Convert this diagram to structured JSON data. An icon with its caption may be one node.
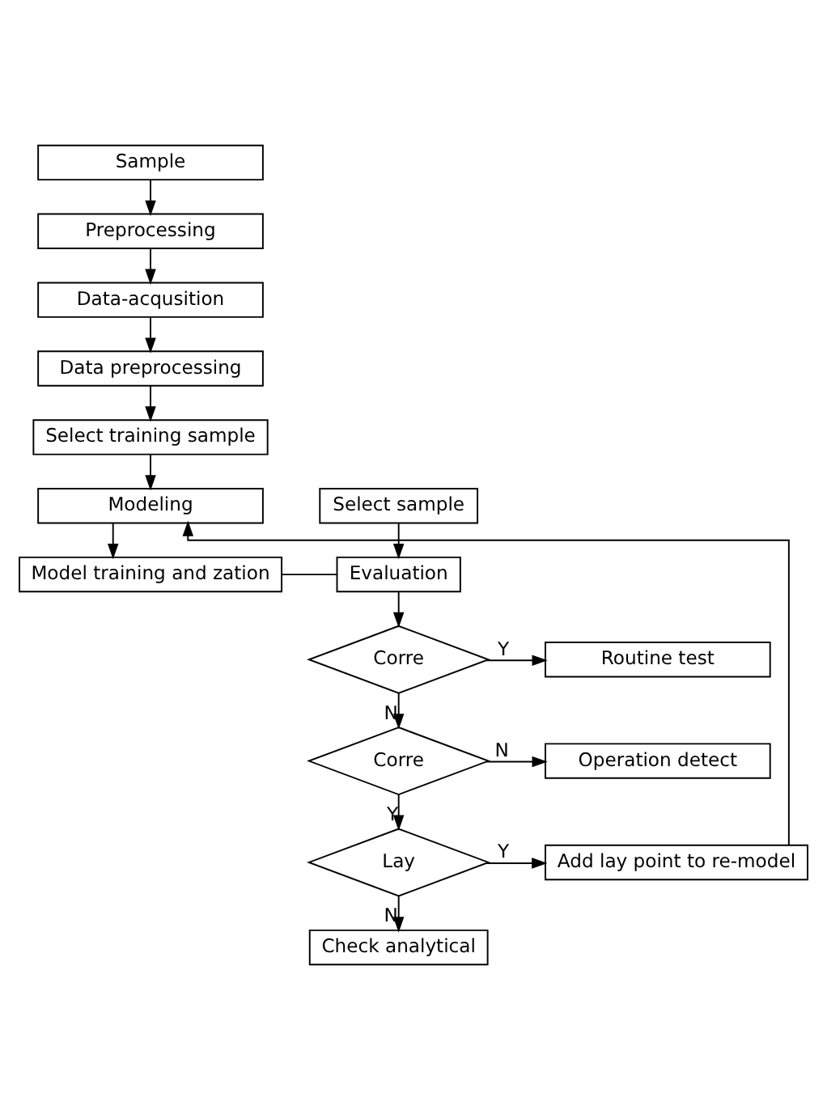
{
  "diagram": {
    "nodes": [
      {
        "text": [
          "Sample"
        ]
      },
      {
        "text": [
          "Preprocessing"
        ]
      },
      {
        "text": [
          "Data-acqusition"
        ]
      },
      {
        "text": [
          "Data preprocessing"
        ]
      },
      {
        "text": [
          "Select training sample"
        ]
      },
      {
        "text": [
          "Modeling"
        ]
      },
      {
        "text": [
          "Select sample"
        ]
      },
      {
        "text": [
          "Model training and zation"
        ]
      },
      {
        "text": [
          "Evaluation"
        ]
      },
      {
        "text": [
          "Routine test"
        ]
      },
      {
        "text": [
          "Corre"
        ]
      },
      {
        "text": [
          "Operation detect"
        ]
      },
      {
        "text": [
          "Corre"
        ]
      },
      {
        "text": [
          "Add lay point to re-model"
        ]
      },
      {
        "text": [
          "Lay"
        ]
      },
      {
        "text": [
          "Check analytical"
        ]
      }
    ],
    "edges": [
      {
        "from": 0,
        "to": 1,
        "arrow": "to"
      },
      {
        "from": 1,
        "to": 2,
        "arrow": "to"
      },
      {
        "from": 2,
        "to": 3,
        "arrow": "to"
      },
      {
        "from": 3,
        "to": 4,
        "arrow": "to"
      },
      {
        "from": 4,
        "to": 5,
        "arrow": "to"
      },
      {
        "from": 5,
        "to": 7,
        "arrow": "to"
      },
      {
        "from": 7,
        "to": 8,
        "arrow": "none"
      },
      {
        "from": 6,
        "to": 8,
        "arrow": "to"
      },
      {
        "from": 8,
        "to": 10,
        "arrow": "to"
      },
      {
        "from": 10,
        "to": 9,
        "arrow": "to",
        "label": "Y"
      },
      {
        "from": 10,
        "to": 12,
        "arrow": "to",
        "label": "N"
      },
      {
        "from": 12,
        "to": 11,
        "arrow": "to",
        "label": "N"
      },
      {
        "from": 12,
        "to": 14,
        "arrow": "to",
        "label": "Y"
      },
      {
        "from": 14,
        "to": 13,
        "arrow": "to",
        "label": "Y"
      },
      {
        "from": 14,
        "to": 15,
        "arrow": "to",
        "label": "N"
      },
      {
        "from": 13,
        "to": 5,
        "arrow": "to"
      }
    ]
  }
}
